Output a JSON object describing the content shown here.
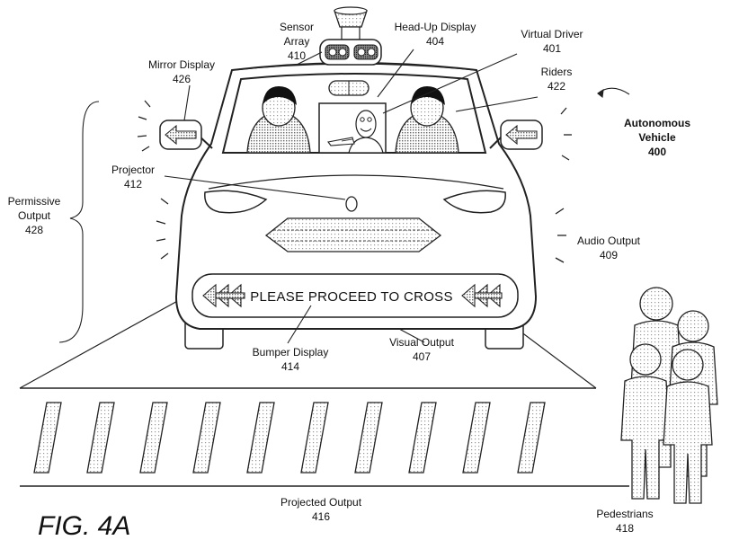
{
  "figure_title": "FIG. 4A",
  "banner_text": "PLEASE PROCEED TO CROSS",
  "labels": {
    "sensor_array": {
      "line1": "Sensor",
      "line2": "Array",
      "num": "410"
    },
    "head_up_display": {
      "line1": "Head-Up Display",
      "num": "404"
    },
    "virtual_driver": {
      "line1": "Virtual Driver",
      "num": "401"
    },
    "riders": {
      "line1": "Riders",
      "num": "422"
    },
    "mirror_display": {
      "line1": "Mirror Display",
      "num": "426"
    },
    "autonomous_vehicle": {
      "line1": "Autonomous",
      "line2": "Vehicle",
      "num": "400"
    },
    "projector": {
      "line1": "Projector",
      "num": "412"
    },
    "permissive_output": {
      "line1": "Permissive",
      "line2": "Output",
      "num": "428"
    },
    "audio_output": {
      "line1": "Audio Output",
      "num": "409"
    },
    "bumper_display": {
      "line1": "Bumper Display",
      "num": "414"
    },
    "visual_output": {
      "line1": "Visual Output",
      "num": "407"
    },
    "projected_output": {
      "line1": "Projected Output",
      "num": "416"
    },
    "pedestrians": {
      "line1": "Pedestrians",
      "num": "418"
    }
  }
}
